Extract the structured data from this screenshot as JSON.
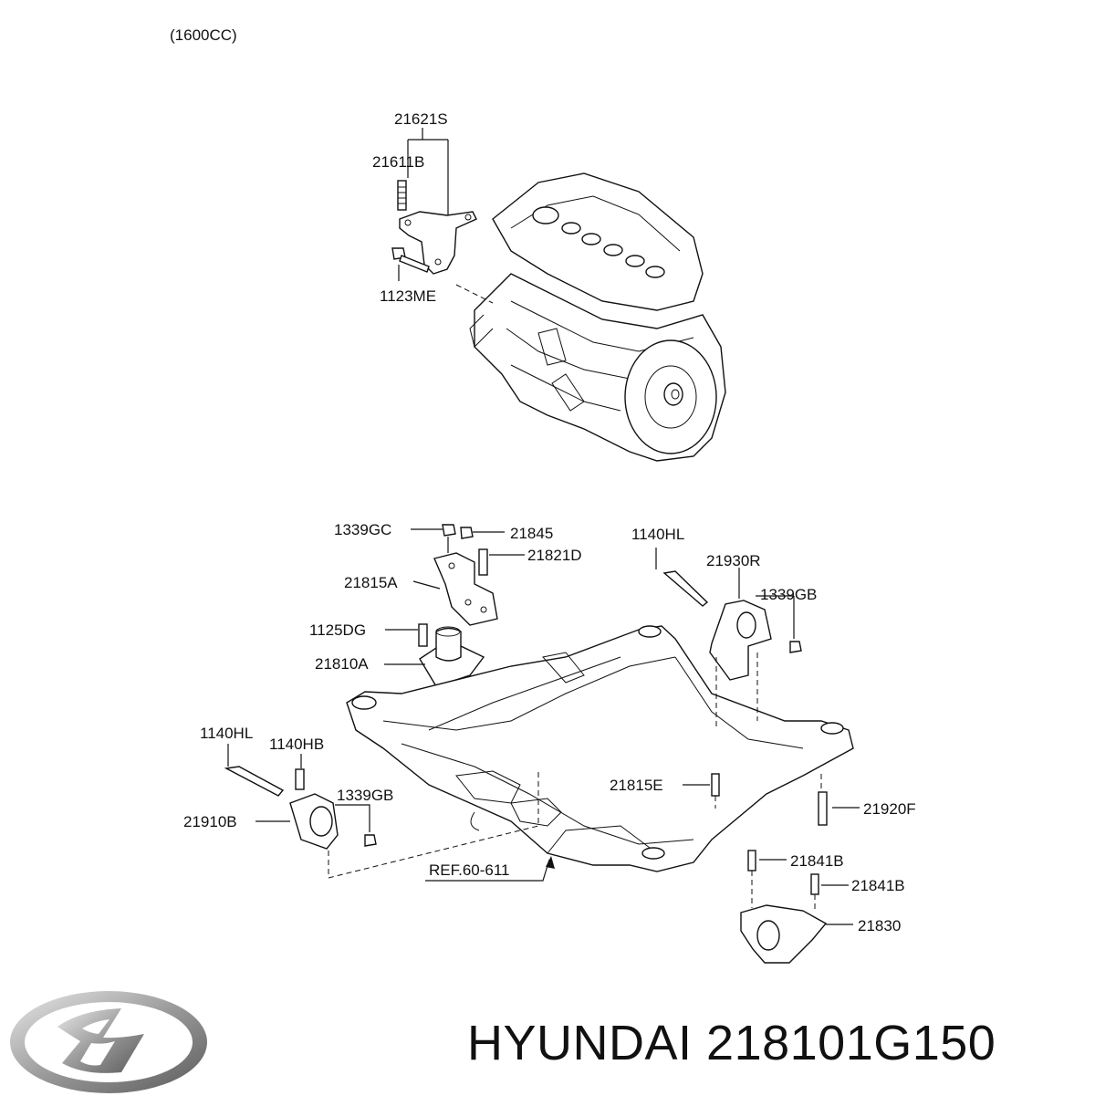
{
  "variant_label": "(1600CC)",
  "brand": "HYUNDAI",
  "part_number": "218101G150",
  "callouts": {
    "c21621S": "21621S",
    "c21611B": "21611B",
    "c1123ME": "1123ME",
    "c1339GC": "1339GC",
    "c21845": "21845",
    "c21821D": "21821D",
    "c21815A": "21815A",
    "c1125DG": "1125DG",
    "c21810A": "21810A",
    "c1140HL_r": "1140HL",
    "c21930R": "21930R",
    "c1339GB_r": "1339GB",
    "c1140HL_l": "1140HL",
    "c1140HB": "1140HB",
    "c1339GB_l": "1339GB",
    "c21910B": "21910B",
    "c21815E": "21815E",
    "c21920F": "21920F",
    "cREF": "REF.60-611",
    "c21841B_a": "21841B",
    "c21841B_b": "21841B",
    "c21830": "21830"
  },
  "logo_icon": "hyundai-logo-icon"
}
